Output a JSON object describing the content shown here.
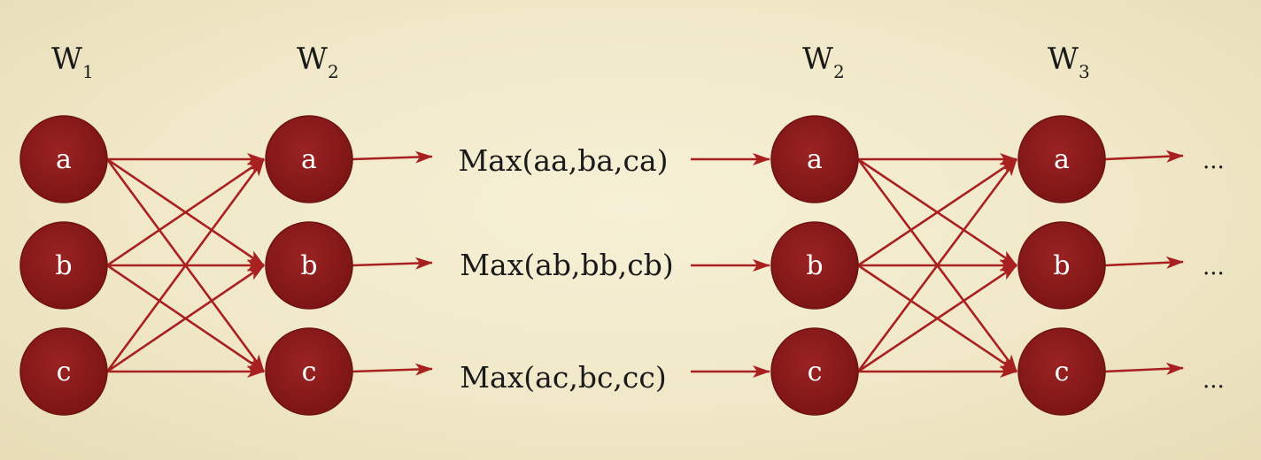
{
  "colors": {
    "node_fill": "#8c1b1b",
    "node_stroke": "#6e1212",
    "arrow": "#a82020",
    "node_text": "#ffffff",
    "text": "#1a1a1a"
  },
  "columns": [
    {
      "symbol": "W",
      "subscript": "1",
      "nodes": [
        "a",
        "b",
        "c"
      ]
    },
    {
      "symbol": "W",
      "subscript": "2",
      "nodes": [
        "a",
        "b",
        "c"
      ]
    },
    {
      "symbol": "W",
      "subscript": "2",
      "nodes": [
        "a",
        "b",
        "c"
      ]
    },
    {
      "symbol": "W",
      "subscript": "3",
      "nodes": [
        "a",
        "b",
        "c"
      ]
    }
  ],
  "max_labels": [
    "Max(aa,ba,ca)",
    "Max(ab,bb,cb)",
    "Max(ac,bc,cc)"
  ],
  "trailing": [
    "...",
    "...",
    "..."
  ]
}
